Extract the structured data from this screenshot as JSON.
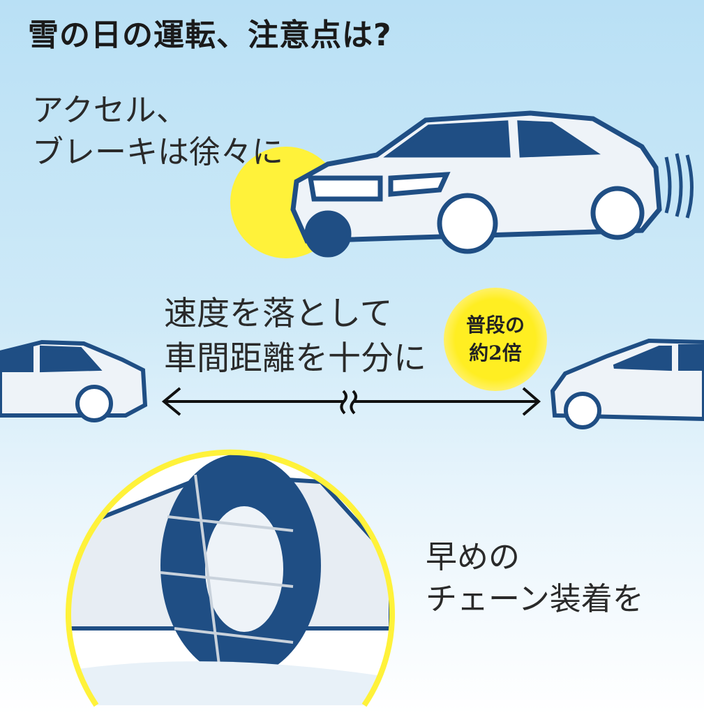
{
  "title": "雪の日の運転、注意点は?",
  "tips": [
    {
      "lines": [
        "アクセル、",
        "ブレーキは徐々に"
      ]
    },
    {
      "lines": [
        "速度を落として",
        "車間距離を十分に"
      ]
    },
    {
      "lines": [
        "早めの",
        "チェーン装着を"
      ]
    }
  ],
  "badge": {
    "lines": [
      "普段の",
      "約2倍"
    ]
  },
  "colors": {
    "car_outline": "#1f4e84",
    "highlight": "#ffee22",
    "car_body": "#eef3f8"
  }
}
